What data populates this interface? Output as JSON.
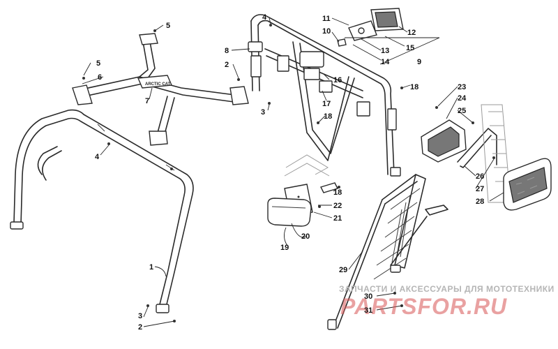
{
  "diagram": {
    "callouts": [
      {
        "id": "c1",
        "label": "1"
      },
      {
        "id": "c2a",
        "label": "2"
      },
      {
        "id": "c2b",
        "label": "2"
      },
      {
        "id": "c3a",
        "label": "3"
      },
      {
        "id": "c3b",
        "label": "3"
      },
      {
        "id": "c4a",
        "label": "4"
      },
      {
        "id": "c4b",
        "label": "4"
      },
      {
        "id": "c5a",
        "label": "5"
      },
      {
        "id": "c5b",
        "label": "5"
      },
      {
        "id": "c6",
        "label": "6"
      },
      {
        "id": "c7",
        "label": "7"
      },
      {
        "id": "c8",
        "label": "8"
      },
      {
        "id": "c9",
        "label": "9"
      },
      {
        "id": "c10",
        "label": "10"
      },
      {
        "id": "c11",
        "label": "11"
      },
      {
        "id": "c12",
        "label": "12"
      },
      {
        "id": "c13",
        "label": "13"
      },
      {
        "id": "c14",
        "label": "14"
      },
      {
        "id": "c15",
        "label": "15"
      },
      {
        "id": "c16",
        "label": "16"
      },
      {
        "id": "c17",
        "label": "17"
      },
      {
        "id": "c18a",
        "label": "18"
      },
      {
        "id": "c18b",
        "label": "18"
      },
      {
        "id": "c18c",
        "label": "18"
      },
      {
        "id": "c19",
        "label": "19"
      },
      {
        "id": "c20",
        "label": "20"
      },
      {
        "id": "c21",
        "label": "21"
      },
      {
        "id": "c22",
        "label": "22"
      },
      {
        "id": "c23",
        "label": "23"
      },
      {
        "id": "c24",
        "label": "24"
      },
      {
        "id": "c25",
        "label": "25"
      },
      {
        "id": "c26",
        "label": "26"
      },
      {
        "id": "c27",
        "label": "27"
      },
      {
        "id": "c28",
        "label": "28"
      },
      {
        "id": "c29",
        "label": "29"
      },
      {
        "id": "c30",
        "label": "30"
      },
      {
        "id": "c31",
        "label": "31"
      }
    ],
    "decal_text": "ARCTIC CAT",
    "watermark": {
      "tagline": "ЗАПЧАСТИ И АКСЕССУАРЫ ДЛЯ МОТОТЕХНИКИ",
      "brand": "PARTSFOR.RU"
    }
  }
}
